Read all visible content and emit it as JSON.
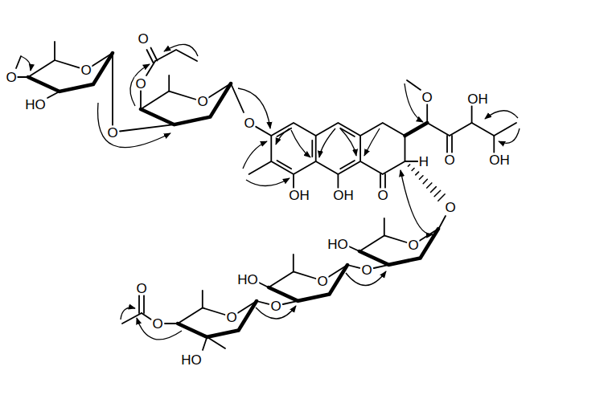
{
  "diagram": {
    "labels": [
      "O",
      "O",
      "O",
      "O",
      "O",
      "OH",
      "O",
      "HO",
      "O",
      "O",
      "O",
      "H",
      "OH",
      "OH",
      "OH",
      "O",
      "O",
      "HO",
      "O",
      "O",
      "HO",
      "O",
      "O",
      "O",
      "O",
      "O",
      "HO"
    ]
  }
}
